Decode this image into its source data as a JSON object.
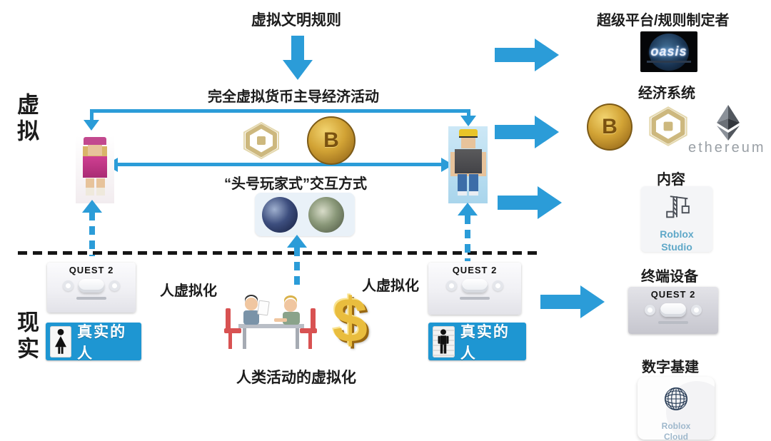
{
  "labels": {
    "virtual": "虚拟",
    "reality": "现实",
    "rules": "虚拟文明规则",
    "economy_flow": "完全虚拟货币主导经济活动",
    "interaction": "“头号玩家式”交互方式",
    "person_virtualization_left": "人虚拟化",
    "person_virtualization_right": "人虚拟化",
    "activity_virtualization": "人类活动的虚拟化"
  },
  "real_person": {
    "left_label": "真实的人",
    "right_label": "真实的人"
  },
  "quest2": {
    "left_title": "QUEST 2",
    "right_title": "QUEST 2",
    "panel_title": "QUEST 2"
  },
  "right_panel": {
    "super_platform_title": "超级平台/规则制定者",
    "oasis_logo_text": "oasis",
    "economy_title": "经济系统",
    "ethereum_label": "ethereum",
    "content_title": "内容",
    "studio_name_line1": "Roblox",
    "studio_name_line2": "Studio",
    "devices_title": "终端设备",
    "infrastructure_title": "数字基建",
    "cloud_name_line1": "Roblox",
    "cloud_name_line2": "Cloud"
  },
  "icons": {
    "bitcoin_letter": "B",
    "dollar_symbol": "$"
  },
  "colors": {
    "arrow_blue": "#2b9cd8",
    "real_person_box": "#1e96d2",
    "robux_gold": "#cdb87e",
    "coin_gold": "#c79a2e",
    "studio_text": "#5fa8c8",
    "cloud_text": "#9fb8cc",
    "dash_black": "#161616"
  }
}
